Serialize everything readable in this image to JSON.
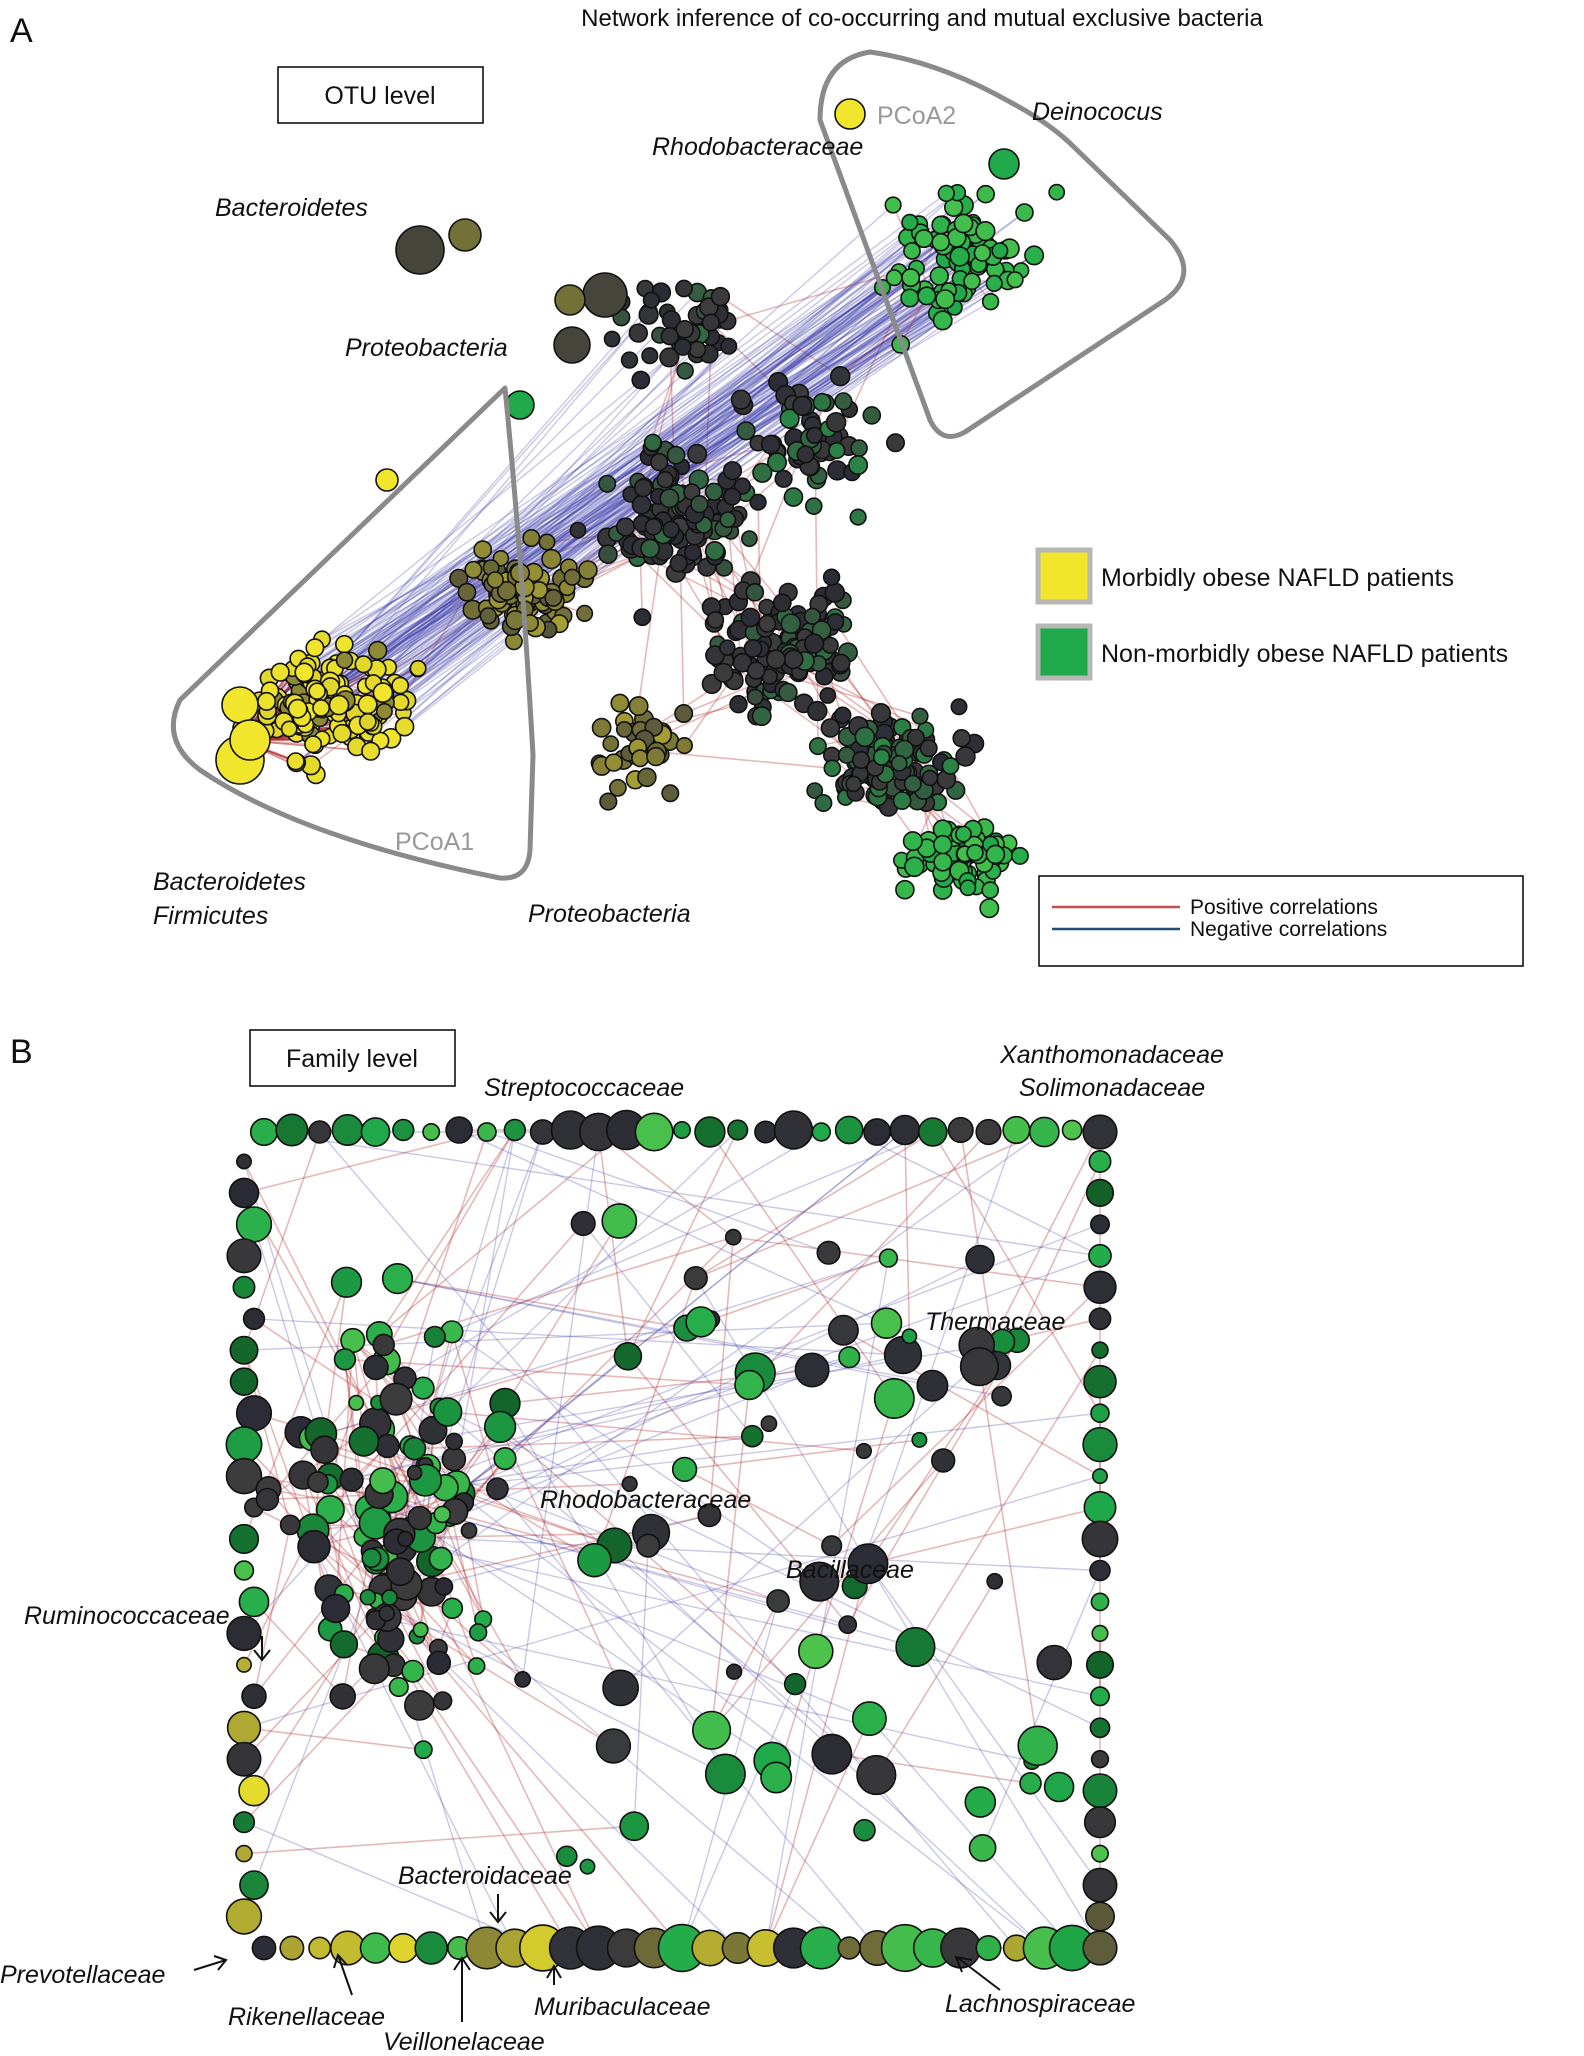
{
  "figure": {
    "title": "Network inference of co-occurring and mutual exclusive bacteria",
    "colors": {
      "morbid": "#f1e62b",
      "non_morbid": "#1fa94a",
      "neutral": "#3d3d3d",
      "positive_edge": "#b22222",
      "negative_edge": "#3a3aa8",
      "outline": "#8a8a8a"
    }
  },
  "panel_a": {
    "letter": "A",
    "level_label": "OTU level",
    "pcoa1": "PCoA1",
    "pcoa2": "PCoA2",
    "taxa": {
      "deinococus": "Deinococus",
      "rhodobacteraceae": "Rhodobacteraceae",
      "bacteroidetes": "Bacteroidetes",
      "proteobacteria_top": "Proteobacteria",
      "bacteroidetes_2": "Bacteroidetes",
      "firmicutes": "Firmicutes",
      "proteobacteria_bottom": "Proteobacteria"
    },
    "legend": {
      "morbid": "Morbidly obese NAFLD patients",
      "non_morbid": "Non-morbidly obese NAFLD patients"
    },
    "correlations": {
      "positive": "Positive correlations",
      "negative": "Negative correlations"
    }
  },
  "panel_b": {
    "letter": "B",
    "level_label": "Family level",
    "taxa": {
      "xanthomonadaceae": "Xanthomonadaceae",
      "solimonadaceae": "Solimonadaceae",
      "streptococcaceae": "Streptococcaceae",
      "thermaceae": "Thermaceae",
      "rhodobacteraceae": "Rhodobacteraceae",
      "bacillaceae": "Bacillaceae",
      "ruminococcaceae": "Ruminococcaceae",
      "bacteroidaceae": "Bacteroidaceae",
      "prevotellaceae": "Prevotellaceae",
      "rikenellaceae": "Rikenellaceae",
      "veillonelaceae": "Veillonelaceae",
      "muribaculaceae": "Muribaculaceae",
      "lachnospiraceae": "Lachnospiraceae"
    }
  }
}
